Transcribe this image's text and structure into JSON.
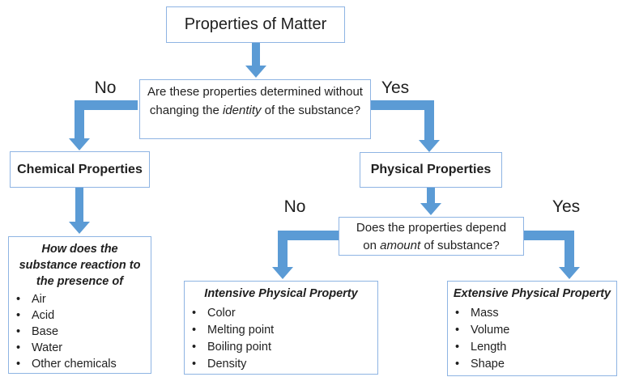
{
  "colors": {
    "arrow": "#5b9bd5",
    "box_border": "#8eb4e3",
    "text": "#1f1f1f"
  },
  "title_box": {
    "label": "Properties of Matter"
  },
  "question1": {
    "pre": "Are these properties determined without changing the ",
    "emphasis": "identity",
    "post": " of the substance?"
  },
  "labels": {
    "q1_no": "No",
    "q1_yes": "Yes",
    "q2_no": "No",
    "q2_yes": "Yes"
  },
  "chemical": {
    "title": "Chemical Properties",
    "detail": {
      "heading": "How does the substance reaction to the presence of",
      "items": [
        "Air",
        "Acid",
        "Base",
        "Water",
        "Other chemicals"
      ]
    }
  },
  "physical": {
    "title": "Physical Properties",
    "question2": {
      "pre": "Does the properties depend on ",
      "emphasis": "amount",
      "post": " of substance?"
    },
    "intensive": {
      "heading": "Intensive Physical Property",
      "items": [
        "Color",
        "Melting point",
        "Boiling point",
        "Density"
      ]
    },
    "extensive": {
      "heading": "Extensive Physical Property",
      "items": [
        "Mass",
        "Volume",
        "Length",
        "Shape"
      ]
    }
  }
}
